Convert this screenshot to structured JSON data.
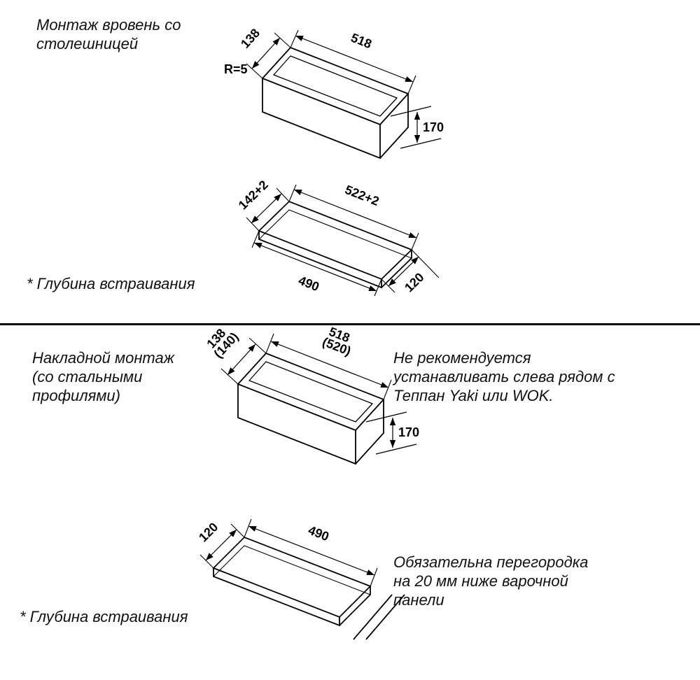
{
  "page": {
    "background": "#ffffff",
    "ink": "#000000"
  },
  "top_section": {
    "title": "Монтаж вровень со\nстолешницей",
    "footnote": "* Глубина встраивания",
    "appliance": {
      "width": "138",
      "length": "518",
      "radius": "R=5",
      "height": "170"
    },
    "cutout": {
      "width": "142+2",
      "length": "522+2",
      "inner_length": "490",
      "depth": "120"
    }
  },
  "bottom_section": {
    "title": "Накладной монтаж\n(со стальными\nпрофилями)",
    "right_note": "Не рекомендуется\nустанавливать слева рядом с\nТеппан Yaki или WOK.",
    "appliance": {
      "width": "138",
      "width_alt": "(140)",
      "length": "518",
      "length_alt": "(520)",
      "height": "170"
    },
    "cutout": {
      "depth": "120",
      "inner_length": "490"
    },
    "partition_note": "Обязательна перегородка\nна 20 мм ниже варочной\nпанели",
    "footnote": "* Глубина встраивания"
  }
}
